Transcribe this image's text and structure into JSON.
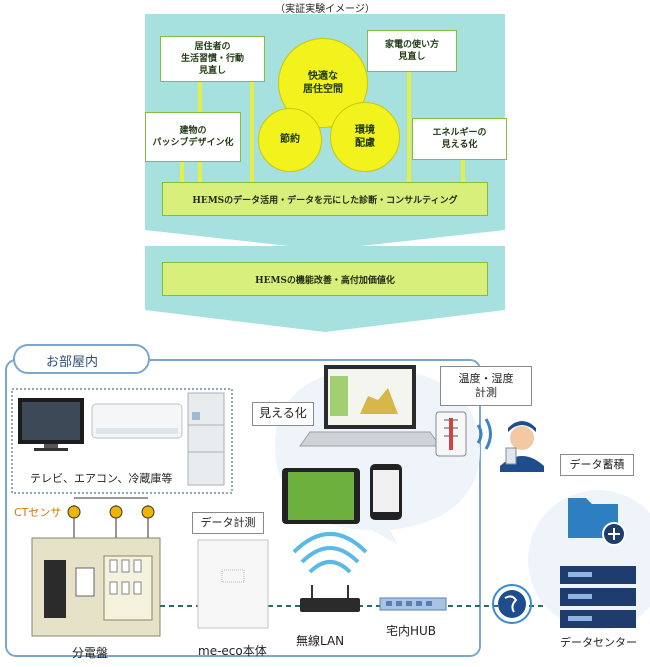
{
  "top": {
    "caption": "（実証実験イメージ）",
    "boxes": {
      "resident": "居住者の\n生活習慣・行動\n見直し",
      "appliance": "家電の使い方\n見直し",
      "passive": "建物の\nパッシブデザイン化",
      "visualize": "エネルギーの\n見える化"
    },
    "circles": {
      "comfort": "快適な\n居住空間",
      "saving": "節約",
      "eco": "環境\n配慮"
    },
    "bar1": "HEMSのデータ活用・データを元にした診断・コンサルティング",
    "bar2": "HEMSの機能改善・高付加価値化"
  },
  "bottom": {
    "room_label": "お部屋内",
    "appliances_label": "テレビ、エアコン、冷蔵庫等",
    "ct_sensor": "CTセンサ",
    "panel_label": "分電盤",
    "measure_tag": "データ計測",
    "meeco_label": "me-eco本体",
    "wifi_label": "無線LAN",
    "hub_label": "宅内HUB",
    "visible_tag": "見える化",
    "temp_tag": "温度・湿度\n計測",
    "storage_tag": "データ蓄積",
    "datacenter_label": "データセンター"
  },
  "colors": {
    "panel_bg": "#a6e0df",
    "accent_green": "#7fbf3a",
    "bar_fill": "#d9ef7c",
    "circle_fill": "#f2f21c",
    "room_bubble": "#eef4fa",
    "ct_dot": "#f0b400",
    "server": "#1e3d6e"
  }
}
